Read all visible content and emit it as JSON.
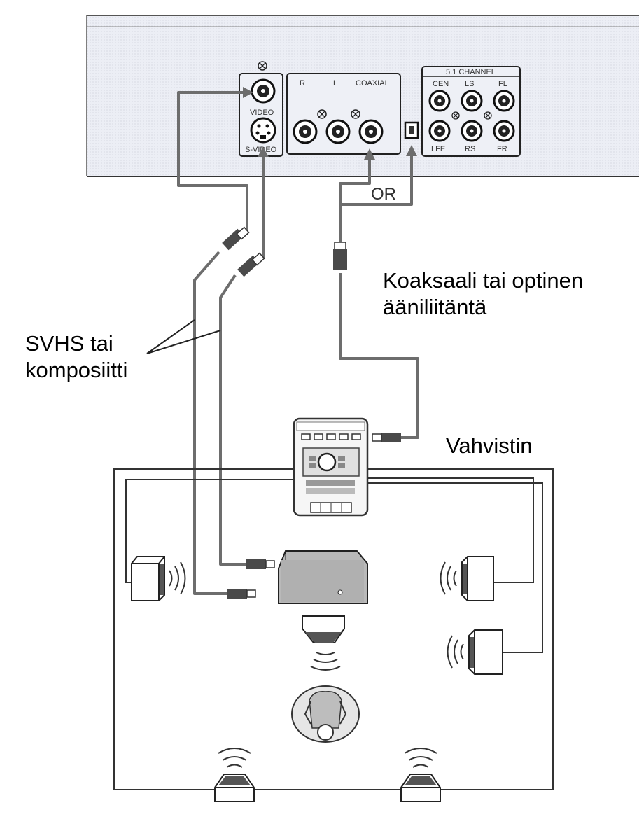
{
  "panel": {
    "video_label": "VIDEO",
    "svideo_label": "S-VIDEO",
    "r_label": "R",
    "l_label": "L",
    "coaxial_label": "COAXIAL",
    "channel_header": "5.1 CHANNEL",
    "cen_label": "CEN",
    "ls_label": "LS",
    "fl_label": "FL",
    "lfe_label": "LFE",
    "rs_label": "RS",
    "fr_label": "FR"
  },
  "or_label": "OR",
  "labels": {
    "svhs_line1": "SVHS tai",
    "svhs_line2": "komposiitti",
    "coax_line1": "Koaksaali tai optinen",
    "coax_line2": "ääniliitäntä",
    "amplifier": "Vahvistin"
  }
}
